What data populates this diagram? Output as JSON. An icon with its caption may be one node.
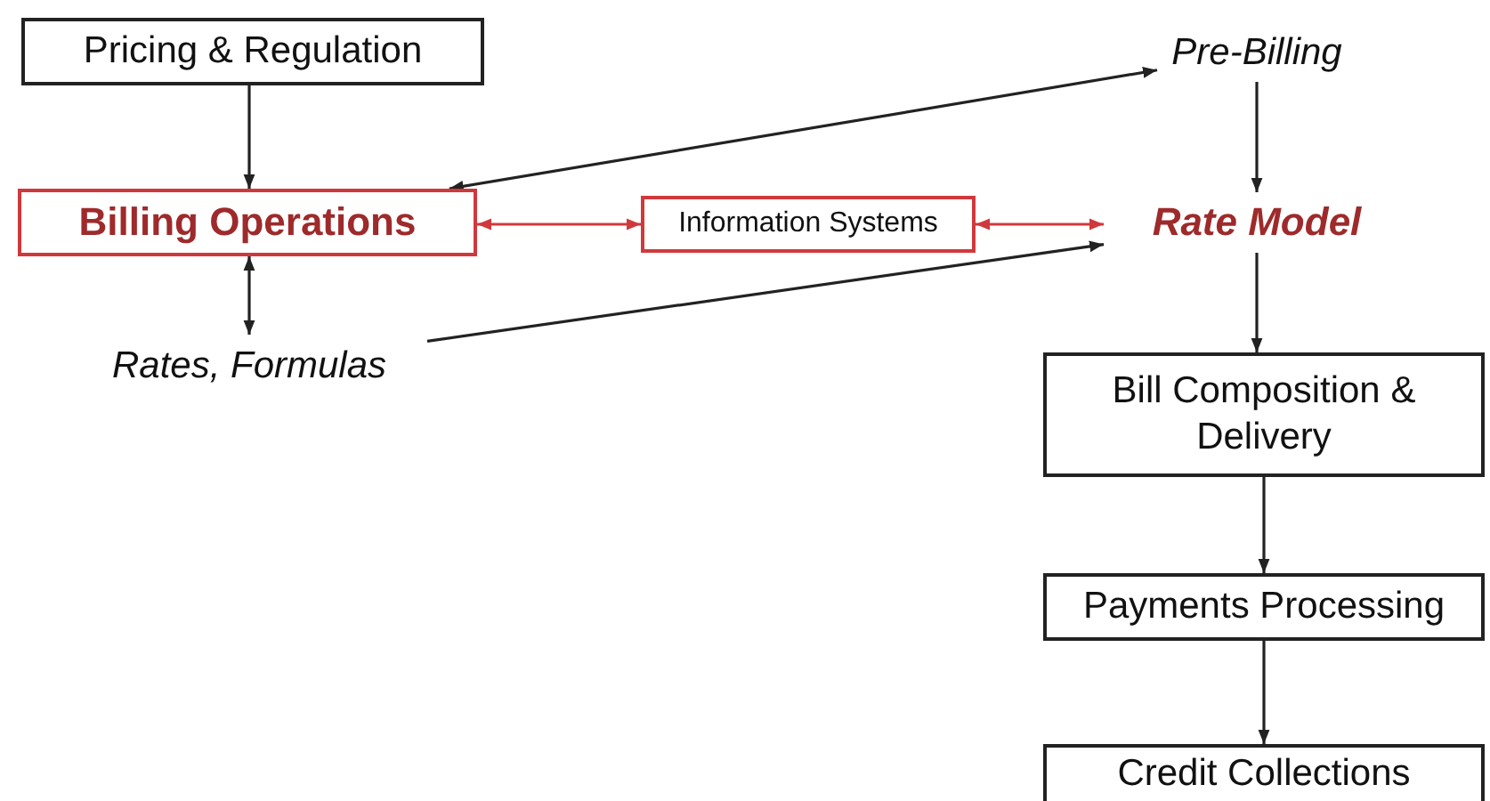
{
  "diagram": {
    "nodes": [
      {
        "text": [
          "Pricing & Regulation"
        ]
      },
      {
        "text": [
          "Billing Operations"
        ]
      },
      {
        "text": [
          "Rates, Formulas"
        ]
      },
      {
        "text": [
          "Information Systems"
        ]
      },
      {
        "text": [
          "Pre-Billing"
        ]
      },
      {
        "text": [
          "Rate Model"
        ]
      },
      {
        "text": [
          "Bill Composition & Delivery"
        ]
      },
      {
        "text": [
          "Payments Processing"
        ]
      },
      {
        "text": [
          "Credit Collections"
        ]
      }
    ],
    "edges": [
      {
        "from": 0,
        "to": 1,
        "arrow": "to"
      },
      {
        "from": 1,
        "to": 2,
        "arrow": "both"
      },
      {
        "from": 4,
        "to": 1,
        "arrow": "both"
      },
      {
        "from": 1,
        "to": 3,
        "arrow": "both",
        "color": "#d0393c"
      },
      {
        "from": 3,
        "to": 5,
        "arrow": "both",
        "color": "#d0393c"
      },
      {
        "from": 2,
        "to": 5,
        "arrow": "to"
      },
      {
        "from": 4,
        "to": 5,
        "arrow": "to"
      },
      {
        "from": 5,
        "to": 6,
        "arrow": "to"
      },
      {
        "from": 6,
        "to": 7,
        "arrow": "to"
      },
      {
        "from": 7,
        "to": 8,
        "arrow": "to"
      }
    ]
  }
}
